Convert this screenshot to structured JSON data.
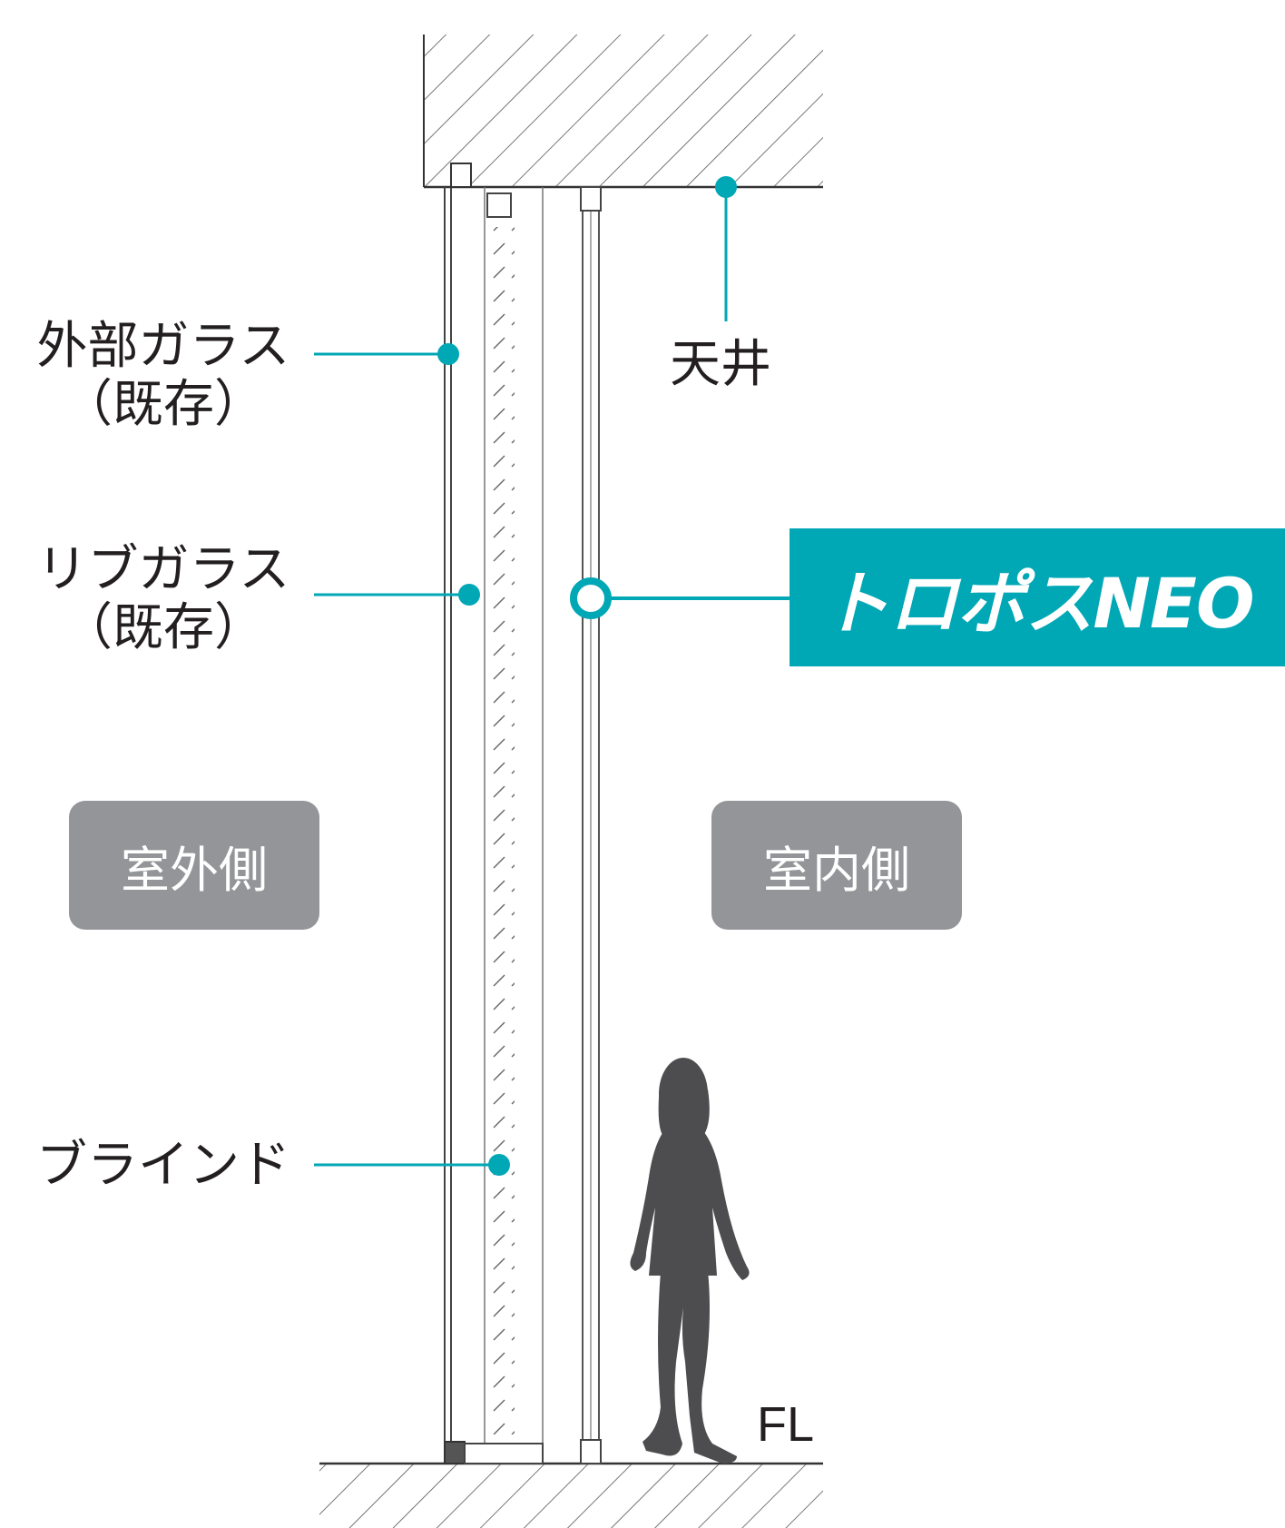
{
  "labels": {
    "outer_glass_line1": "外部ガラス",
    "outer_glass_line2": "（既存）",
    "rib_glass_line1": "リブガラス",
    "rib_glass_line2": "（既存）",
    "blind": "ブラインド",
    "ceiling": "天井",
    "product": "トロポスNEO",
    "outdoor": "室外側",
    "indoor": "室内側",
    "floor_level": "FL"
  },
  "colors": {
    "accent": "#00a7b5",
    "tag_bg": "#939598",
    "text": "#231f20",
    "silhouette": "#4d4d4f"
  }
}
